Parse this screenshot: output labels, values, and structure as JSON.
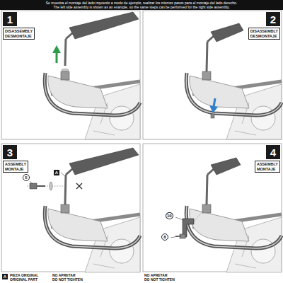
{
  "diagram": {
    "nodes": [
      {
        "text": [
          "Se muestra el montaje del lado izquierdo a modo de ejemplo, realizar los mismos pasos para el montaje del lado derecho.",
          "The left side assembly is shown as an example, so the same steps can be performed for the right side assembly."
        ]
      },
      {
        "text": [
          "1"
        ]
      },
      {
        "text": [
          "DISASSEMBLY",
          "DESMONTAJE"
        ]
      },
      {
        "text": [
          "2"
        ]
      },
      {
        "text": [
          "DISASSEMBLY",
          "DESMONTAJE"
        ]
      },
      {
        "text": [
          "3"
        ]
      },
      {
        "text": [
          "ASSEMBLY",
          "MONTAJE"
        ]
      },
      {
        "text": [
          "A"
        ]
      },
      {
        "text": [
          "5"
        ]
      },
      {
        "text": [
          "4"
        ]
      },
      {
        "text": [
          "ASSEMBLY",
          "MONTAJE"
        ]
      },
      {
        "text": [
          "10"
        ]
      },
      {
        "text": [
          "8"
        ]
      },
      {
        "text": [
          "A"
        ]
      }
    ],
    "labels": [
      "PIEZA ORIGINAL",
      "ORIGINAL PART",
      "NO APRETAR",
      "DO NOT TIGHTEN",
      "NO APRETAR",
      "DO NOT TIGHTEN"
    ]
  }
}
